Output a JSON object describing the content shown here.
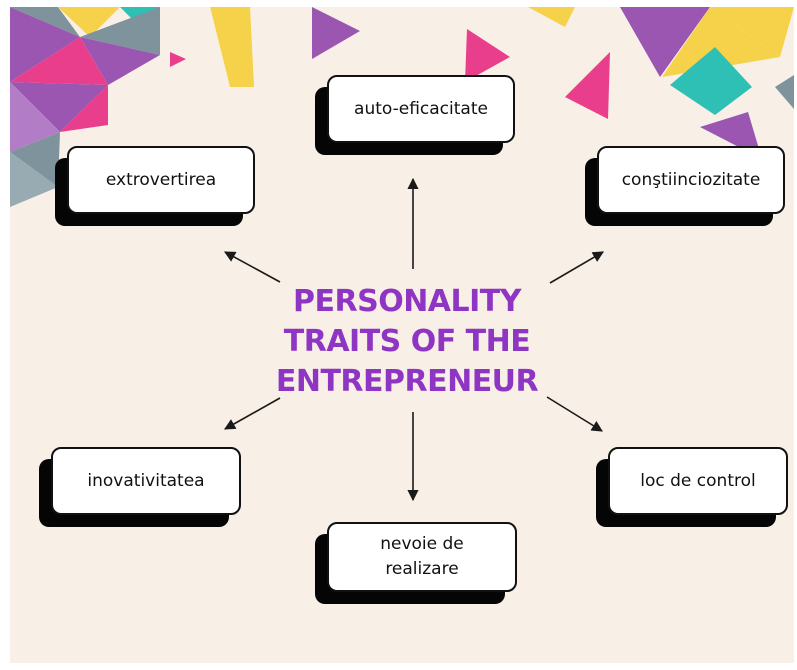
{
  "title_lines": [
    "PERSONALITY",
    "TRAITS OF THE",
    "ENTREPRENEUR"
  ],
  "traits": {
    "top": "auto-eficacitate",
    "top_left": "extrovertirea",
    "top_right": "conştiinciozitate",
    "bottom_left": "inovativitatea",
    "bottom_right": "loc de control",
    "bottom": [
      "nevoie de",
      "realizare"
    ]
  },
  "colors": {
    "background": "#f8efe6",
    "title": "#8f35c4",
    "purple": "#9a56b0",
    "yellow": "#f6d24a",
    "magenta": "#e83e8c",
    "teal": "#2ebfb5",
    "grey": "#7f939c"
  }
}
